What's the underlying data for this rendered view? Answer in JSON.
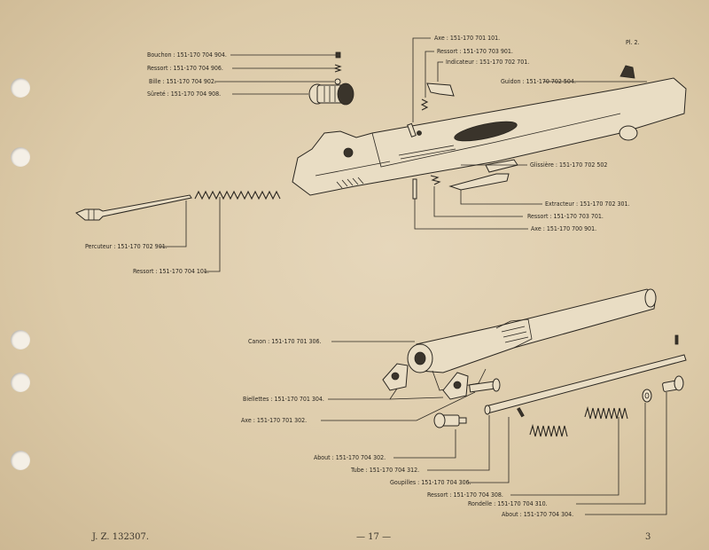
{
  "plate": "Pl. 2.",
  "labels": {
    "axe_top": "Axe : 151-170 701 101.",
    "ressort_top": "Ressort : 151-170 703 901.",
    "indicateur": "Indicateur : 151-170 702 701.",
    "guidon": "Guidon : 151-170 702 504.",
    "bouchon": "Bouchon : 151-170 704 904.",
    "ressort_bouchon": "Ressort : 151-170 704 906.",
    "bille": "Bille : 151-170 704 902.",
    "surete": "Sûreté : 151-170 704 908.",
    "glissiere": "Glissière : 151-170 702 502",
    "extracteur": "Extracteur : 151-170 702 301.",
    "ressort_extracteur": "Ressort : 151-170 703 701.",
    "axe_extracteur": "Axe : 151-170 700 901.",
    "percuteur": "Percuteur : 151-170 702 901.",
    "ressort_percuteur": "Ressort : 151-170 704 101.",
    "canon": "Canon : 151-170 701 306.",
    "biellettes": "Biellettes : 151-170 701 304.",
    "axe_canon": "Axe : 151-170 701 302.",
    "about_1": "About : 151-170 704 302.",
    "tube": "Tube : 151-170 704 312.",
    "goupilles": "Goupilles : 151-170 704 306.",
    "ressort_tube": "Ressort : 151-170 704 308.",
    "rondelle": "Rondelle : 151-170 704 310.",
    "about_2": "About : 151-170 704 304."
  },
  "footer": {
    "left": "J. Z. 132307.",
    "center": "— 17 —",
    "right": "3"
  }
}
